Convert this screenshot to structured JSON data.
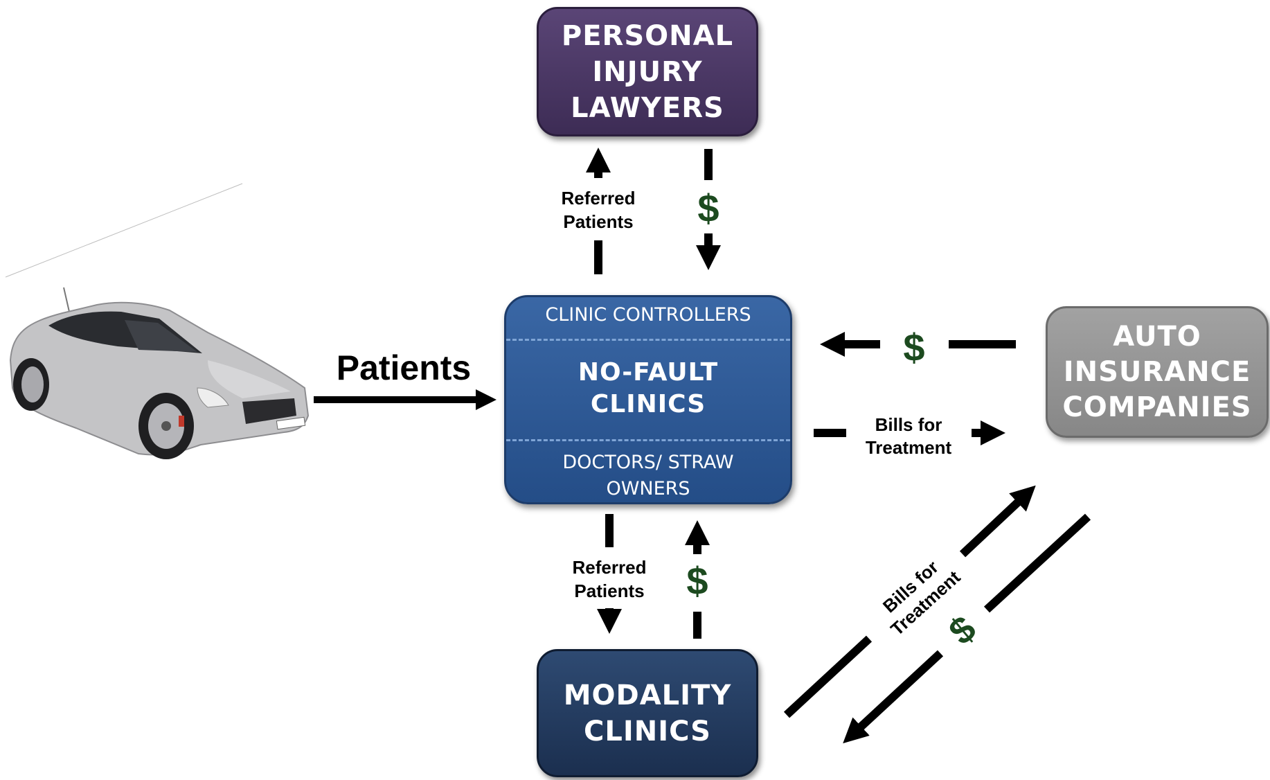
{
  "nodes": {
    "lawyers": [
      "PERSONAL",
      "INJURY",
      "LAWYERS"
    ],
    "auto": [
      "AUTO",
      "INSURANCE",
      "COMPANIES"
    ],
    "modality": [
      "MODALITY",
      "CLINICS"
    ],
    "nofault": {
      "top": "CLINIC CONTROLLERS",
      "middle": [
        "NO-FAULT",
        "CLINICS"
      ],
      "bottom": [
        "DOCTORS/ STRAW",
        "OWNERS"
      ]
    }
  },
  "edges": {
    "patients": "Patients",
    "referred_top": [
      "Referred",
      "Patients"
    ],
    "referred_bottom": [
      "Referred",
      "Patients"
    ],
    "bills_right": [
      "Bills for",
      "Treatment"
    ],
    "bills_diag": [
      "Bills for",
      "Treatment"
    ],
    "money": "$"
  },
  "colors": {
    "lawyers": "#4b3866",
    "nofault": "#2e5a96",
    "auto": "#929292",
    "modality": "#22385c",
    "money": "#1c4a1f"
  },
  "image": {
    "icon": "car-icon"
  }
}
